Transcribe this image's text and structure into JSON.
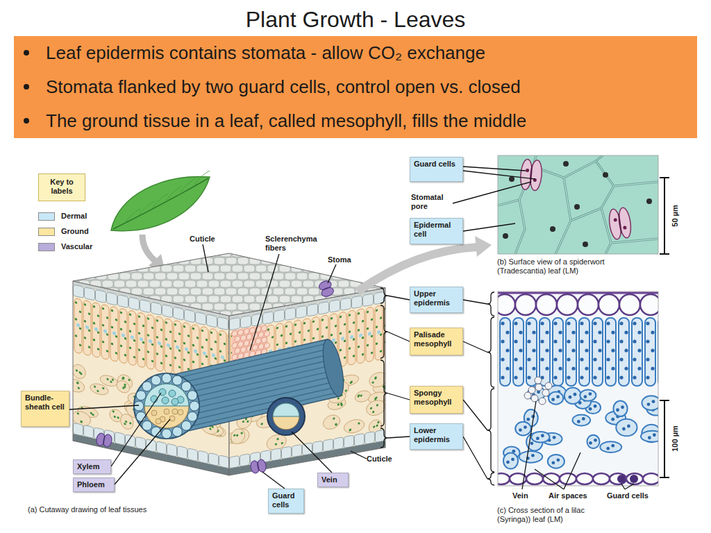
{
  "diagram": {
    "title": "Plant Growth - Leaves",
    "nodes": [
      {
        "text": [
          "Leaf epidermis contains stomata - allow CO₂ exchange",
          "Stomata flanked by two guard cells, control open vs. closed",
          "The ground tissue in a leaf, called mesophyll, fills the middle"
        ]
      },
      {
        "text": [
          "Key to labels"
        ]
      },
      {
        "text": [
          "Guard cells"
        ]
      },
      {
        "text": [
          "Epidermal cell"
        ]
      },
      {
        "text": [
          "Upper epidermis"
        ]
      },
      {
        "text": [
          "Palisade mesophyll"
        ]
      },
      {
        "text": [
          "Spongy mesophyll"
        ]
      },
      {
        "text": [
          "Lower epidermis"
        ]
      },
      {
        "text": [
          "Bundle-sheath cell"
        ]
      },
      {
        "text": [
          "Xylem"
        ]
      },
      {
        "text": [
          "Phloem"
        ]
      },
      {
        "text": [
          "Vein"
        ]
      },
      {
        "text": [
          "Guard cells"
        ]
      }
    ],
    "labels": [
      "Cuticle",
      "Sclerenchyma fibers",
      "Stoma",
      "Stomatal pore",
      "50 µm",
      "(b) Surface view of a spiderwort (Tradescantia) leaf (LM)",
      "Cuticle",
      "(a) Cutaway drawing of leaf tissues",
      "Vein",
      "Air spaces",
      "Guard cells",
      "100 µm",
      "(c) Cross section of a lilac (Syringa)) leaf (LM)"
    ],
    "legend": [
      {
        "text": "Dermal",
        "color": "#c9e8f7"
      },
      {
        "text": "Ground",
        "color": "#fde6a0"
      },
      {
        "text": "Vascular",
        "color": "#b8addb"
      }
    ]
  }
}
